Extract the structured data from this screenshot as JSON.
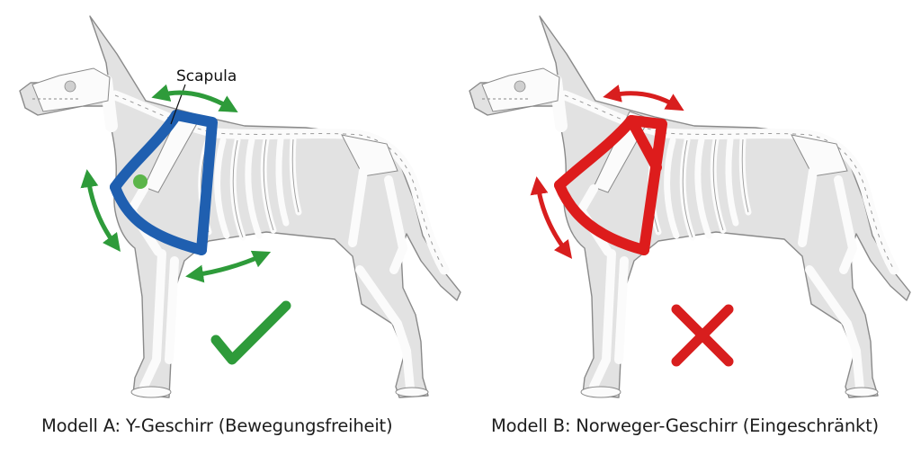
{
  "panels": [
    {
      "id": "a",
      "caption": "Modell A: Y-Geschirr (Bewegungsfreiheit)",
      "harness_color": "#1f5fb0",
      "arrow_color": "#2e9b3a",
      "verdict_icon": "checkmark-icon"
    },
    {
      "id": "b",
      "caption": "Modell B: Norweger-Geschirr (Eingeschränkt)",
      "harness_color": "#dd1c1c",
      "arrow_color": "#d81e1e",
      "verdict_icon": "cross-icon"
    }
  ],
  "labels": {
    "scapula": "Scapula"
  },
  "colors": {
    "body_fill": "#e2e2e2",
    "bone": "#fbfbfb",
    "outline": "#8a8a8a"
  }
}
